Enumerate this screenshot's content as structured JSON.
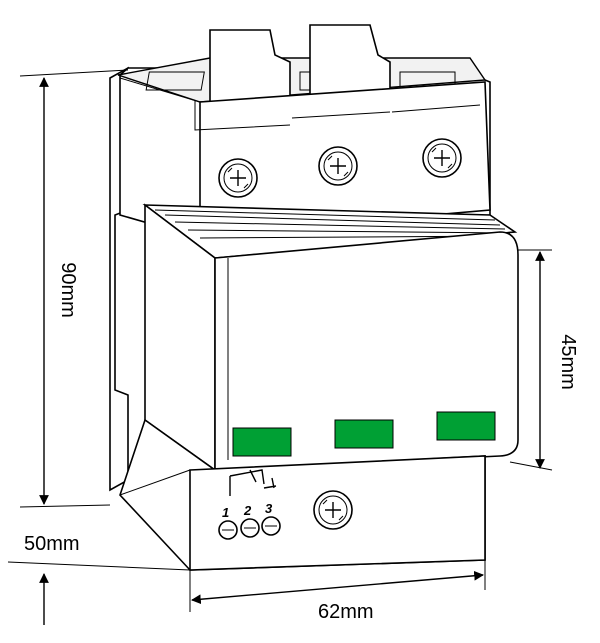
{
  "dimensions": {
    "height_label": "90mm",
    "front_height_label": "45mm",
    "depth_label": "50mm",
    "width_label": "62mm"
  },
  "terminal_labels": [
    "1",
    "2",
    "3"
  ],
  "colors": {
    "indicator": "#00a034",
    "outline": "#000000",
    "background": "#ffffff"
  },
  "indicator_count": 3,
  "screw_count": 4
}
